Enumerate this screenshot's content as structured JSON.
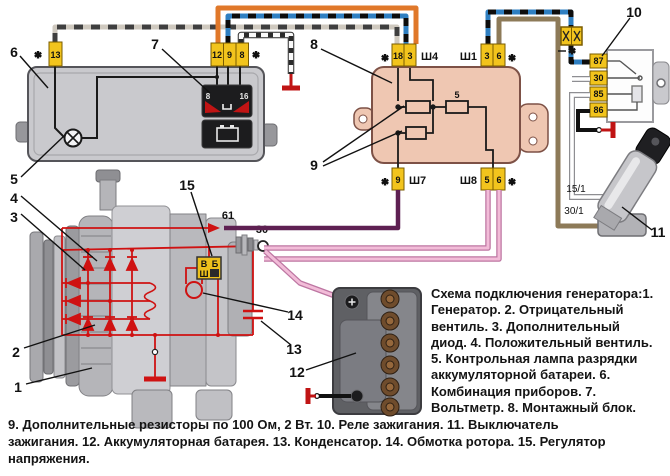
{
  "figure": {
    "caption_right_lines": [
      "Схема подключения генератора:1.",
      "Генератор. 2. Отрицательный",
      "вентиль. 3. Дополнительный",
      "диод. 4. Положительный вентиль.",
      "5. Контрольная лампа разрядки",
      "аккумуляторной батареи. 6.",
      "Комбинация приборов. 7.",
      "Вольтметр. 8. Монтажный блок."
    ],
    "caption_bottom_lines": [
      "9. Дополнительные резисторы по 100 Ом, 2 Вт. 10. Реле зажигания. 11. Выключатель",
      "зажигания. 12. Аккумуляторная батарея. 13. Конденсатор. 14. Обмотка ротора. 15. Регулятор",
      "напряжения."
    ]
  },
  "callouts": {
    "c1": "1",
    "c2": "2",
    "c3": "3",
    "c4": "4",
    "c5": "5",
    "c6": "6",
    "c7": "7",
    "c8": "8",
    "c9": "9",
    "c10": "10",
    "c11": "11",
    "c12": "12",
    "c13": "13",
    "c14": "14",
    "c15": "15"
  },
  "cluster": {
    "pin13": "13",
    "pin12": "12",
    "pin9": "9",
    "pin8": "8",
    "volt_min": "8",
    "volt_max": "16"
  },
  "block": {
    "sh4": "Ш4",
    "sh4_pins": [
      "18",
      "3"
    ],
    "sh1": "Ш1",
    "sh1_pins": [
      "3",
      "6"
    ],
    "sh7": "Ш7",
    "sh7_pin": "9",
    "sh8": "Ш8",
    "sh8_pins": [
      "5",
      "6"
    ],
    "resistor_label": "5"
  },
  "relay": {
    "pins": [
      "87",
      "30",
      "85",
      "86"
    ]
  },
  "switch": {
    "t15": "15/1",
    "t30": "30/1"
  },
  "generator": {
    "t30": "30",
    "t61": "61",
    "reg_v": "В",
    "reg_b": "Б",
    "reg_sh": "Ш"
  },
  "symbols": {
    "branch_star": "✱"
  },
  "colors": {
    "wire_orange": "#e0782a",
    "wire_blue": "#2f7fc1",
    "wire_gray": "#cfc9bf",
    "wire_brown": "#8d7a58",
    "wire_purple": "#5e2052",
    "wire_pink": "#f2bcd8",
    "schematic_red": "#cf1212",
    "connector_yellow": "#f2c41d",
    "block_pink": "#efc7b2"
  }
}
